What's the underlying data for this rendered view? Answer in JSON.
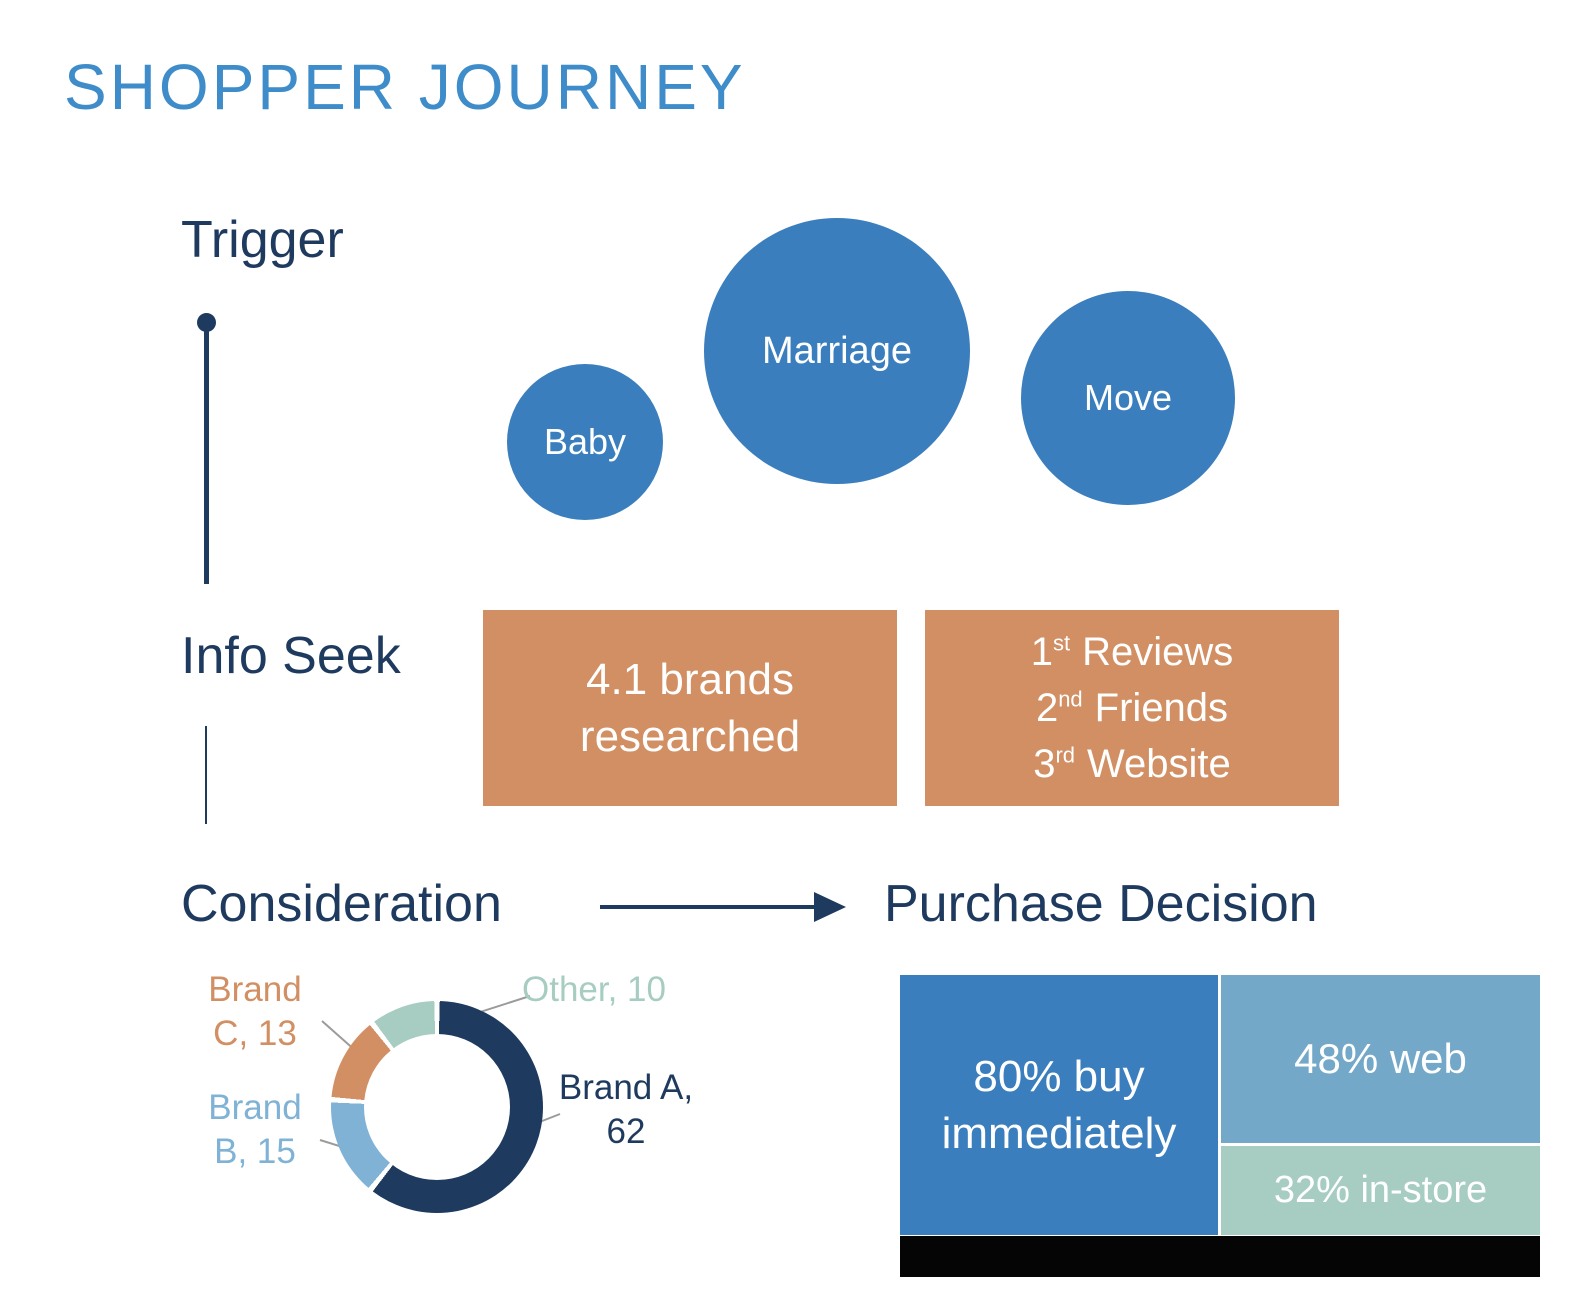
{
  "title": "SHOPPER JOURNEY",
  "stages": {
    "trigger": "Trigger",
    "info_seek": "Info Seek",
    "consideration": "Consideration",
    "purchase_decision": "Purchase Decision"
  },
  "triggers": [
    {
      "label": "Baby"
    },
    {
      "label": "Marriage"
    },
    {
      "label": "Move"
    }
  ],
  "info_boxes": {
    "brands_researched": "4.1 brands researched",
    "ranking": [
      {
        "num": "1",
        "suffix": "st",
        "label": "Reviews"
      },
      {
        "num": "2",
        "suffix": "nd",
        "label": "Friends"
      },
      {
        "num": "3",
        "suffix": "rd",
        "label": "Website"
      }
    ]
  },
  "chart_data": [
    {
      "type": "pie",
      "subtype": "donut",
      "title": "Consideration",
      "legend_position": "around",
      "segments": [
        {
          "name": "Brand A",
          "value": 62,
          "label": "Brand A, 62",
          "color": "#1E3A5E"
        },
        {
          "name": "Brand B",
          "value": 15,
          "label": "Brand B, 15",
          "color": "#7FB2D5"
        },
        {
          "name": "Brand C",
          "value": 13,
          "label": "Brand C, 13",
          "color": "#D18F63"
        },
        {
          "name": "Other",
          "value": 10,
          "label": "Other, 10",
          "color": "#A7CDC2"
        }
      ]
    },
    {
      "type": "treemap",
      "title": "Purchase Decision",
      "cells": [
        {
          "name": "buy immediately",
          "value": 80,
          "label": "80% buy immediately",
          "color": "#3A7EBE"
        },
        {
          "name": "web",
          "value": 48,
          "label": "48% web",
          "color": "#74A8C8"
        },
        {
          "name": "in-store",
          "value": 32,
          "label": "32% in-store",
          "color": "#A7CDC2"
        }
      ]
    }
  ],
  "colors": {
    "title": "#3E8CC9",
    "stage_text": "#1E3A5E",
    "bubble": "#3A7EBE",
    "info_box": "#D18F63",
    "timeline": "#1E3A5E",
    "leader_line": "#9B9B9B",
    "footer_bar": "#050505"
  }
}
